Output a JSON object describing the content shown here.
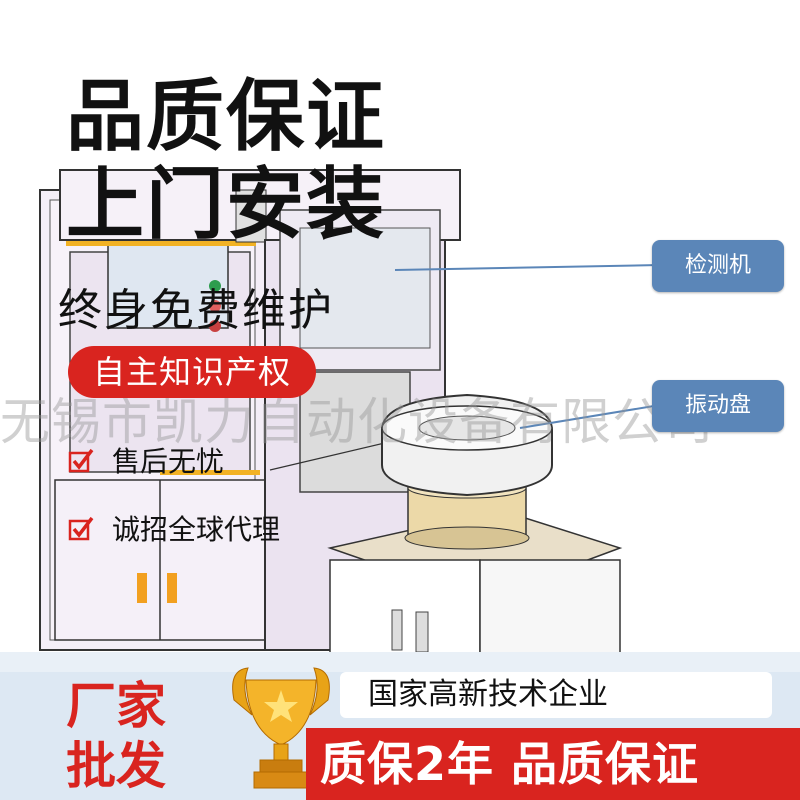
{
  "headline": {
    "line1": "品质保证",
    "line2": "上门安装",
    "line3": "终身免费维护"
  },
  "badge": "自主知识产权",
  "checks": [
    {
      "label": "售后无忧"
    },
    {
      "label": "诚招全球代理"
    }
  ],
  "callouts": {
    "inspector": "检测机",
    "vibration_bowl": "振动盘"
  },
  "watermark": "无锡市凯力自动化设备有限公司",
  "banner": {
    "factory_wholesale": "厂家批发",
    "hitech": "国家高新技术企业",
    "guarantee": "质保2年  品质保证"
  },
  "colors": {
    "red": "#d9241f",
    "callout_blue": "#5b86b8",
    "machine_panel": "#ebe3f0",
    "banner_bg": "#dde8f3"
  },
  "icons": [
    "trophy-icon",
    "check-icon"
  ]
}
